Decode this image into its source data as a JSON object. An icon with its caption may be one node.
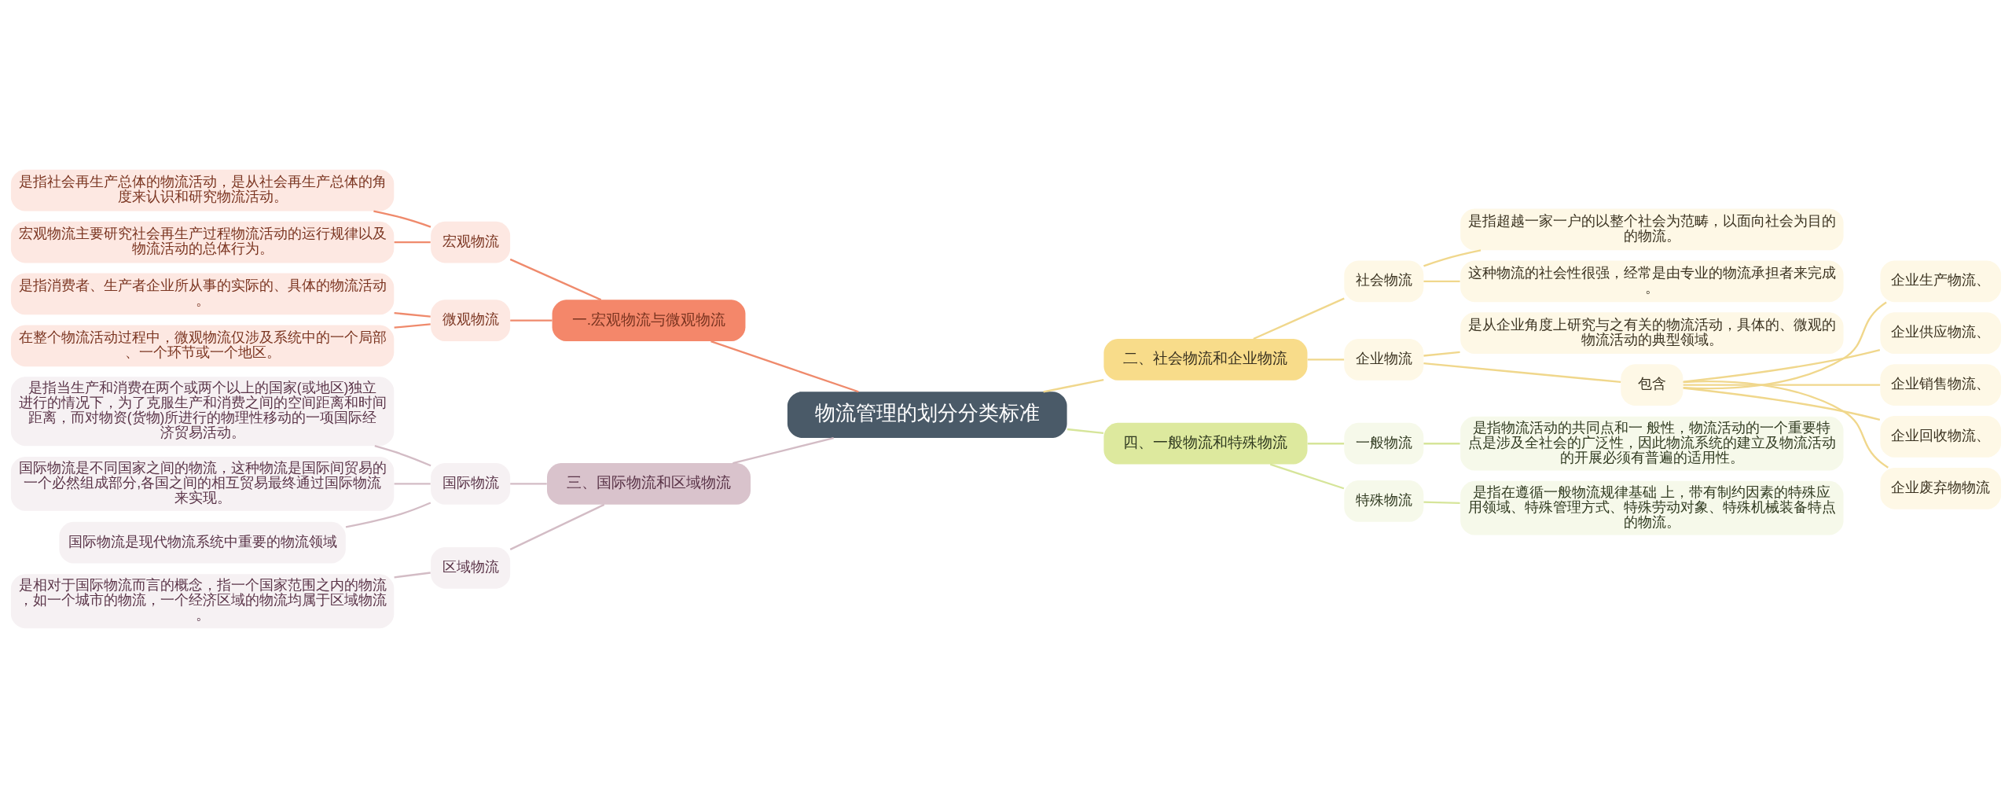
{
  "diagram": {
    "nodes": [
      {
        "text": [
          "物流管理的划分分类标准"
        ]
      },
      {
        "text": [
          "一.宏观物流与微观物流"
        ]
      },
      {
        "text": [
          "宏观物流"
        ]
      },
      {
        "text": [
          "是指社会再生产总体的物流活动，是从社会再生产总体的角度来认识和研究物流活动。"
        ]
      },
      {
        "text": [
          "宏观物流主要研究社会再生产过程物流活动的运行规律以及物流活动的总体行为。"
        ]
      },
      {
        "text": [
          "微观物流"
        ]
      },
      {
        "text": [
          "是指消费者、生产者企业所从事的实际的、具体的物流活动。"
        ]
      },
      {
        "text": [
          "在整个物流活动过程中，微观物流仅涉及系统中的一个局部、一个环节或一个地区。"
        ]
      },
      {
        "text": [
          "二、社会物流和企业物流"
        ]
      },
      {
        "text": [
          "社会物流"
        ]
      },
      {
        "text": [
          "是指超越一家一户的以整个社会为范畴，以面向社会为目的的物流。"
        ]
      },
      {
        "text": [
          "这种物流的社会性很强，经常是由专业的物流承担者来完成。"
        ]
      },
      {
        "text": [
          "企业物流"
        ]
      },
      {
        "text": [
          "是从企业角度上研究与之有关的物流活动，具体的、微观的物流活动的典型领域。"
        ]
      },
      {
        "text": [
          "包含"
        ]
      },
      {
        "text": [
          "企业生产物流、"
        ]
      },
      {
        "text": [
          "企业供应物流、"
        ]
      },
      {
        "text": [
          "企业销售物流、"
        ]
      },
      {
        "text": [
          "企业回收物流、"
        ]
      },
      {
        "text": [
          "企业废弃物物流"
        ]
      },
      {
        "text": [
          "三、国际物流和区域物流"
        ]
      },
      {
        "text": [
          "国际物流"
        ]
      },
      {
        "text": [
          "是指当生产和消费在两个或两个以上的国家(或地区)独立进行的情况下，为了克服生产和消费之间的空间距离和时间距离，而对物资(货物)所进行的物理性移动的一项国际经济贸易活动。"
        ]
      },
      {
        "text": [
          "国际物流是不同国家之间的物流，这种物流是国际间贸易的一个必然组成部分,各国之间的相互贸易最终通过国际物流来实现。"
        ]
      },
      {
        "text": [
          "国际物流是现代物流系统中重要的物流领域"
        ]
      },
      {
        "text": [
          "区域物流"
        ]
      },
      {
        "text": [
          "是相对于国际物流而言的概念，指一个国家范围之内的物流，如一个城市的物流，一个经济区域的物流均属于区域物流。"
        ]
      },
      {
        "text": [
          "四、一般物流和特殊物流"
        ]
      },
      {
        "text": [
          "一般物流"
        ]
      },
      {
        "text": [
          "是指物流活动的共同点和一 般性，物流活动的一个重要特点是涉及全社会的广泛性，因此物流系统的建立及物流活动的开展必须有普遍的适用性。"
        ]
      },
      {
        "text": [
          "特殊物流"
        ]
      },
      {
        "text": [
          "是指在遵循一般物流规律基础 上，带有制约因素的特殊应用领域、特殊管理方式、特殊劳动对象、特殊机械装备特点的物流。"
        ]
      }
    ],
    "edges": [
      {
        "from": 0,
        "to": 1,
        "arrow": "none",
        "color": "#ef8a6c"
      },
      {
        "from": 1,
        "to": 2,
        "arrow": "none",
        "color": "#ef8a6c"
      },
      {
        "from": 2,
        "to": 3,
        "arrow": "none",
        "color": "#ef8a6c"
      },
      {
        "from": 2,
        "to": 4,
        "arrow": "none",
        "color": "#ef8a6c"
      },
      {
        "from": 1,
        "to": 5,
        "arrow": "none",
        "color": "#ef8a6c"
      },
      {
        "from": 5,
        "to": 6,
        "arrow": "none",
        "color": "#ef8a6c"
      },
      {
        "from": 5,
        "to": 7,
        "arrow": "none",
        "color": "#ef8a6c"
      },
      {
        "from": 0,
        "to": 8,
        "arrow": "none"
      },
      {
        "from": 8,
        "to": 9,
        "arrow": "none"
      },
      {
        "from": 9,
        "to": 10,
        "arrow": "none"
      },
      {
        "from": 9,
        "to": 11,
        "arrow": "none"
      },
      {
        "from": 8,
        "to": 12,
        "arrow": "none"
      },
      {
        "from": 12,
        "to": 13,
        "arrow": "none"
      },
      {
        "from": 12,
        "to": 14,
        "arrow": "none"
      },
      {
        "from": 14,
        "to": 15,
        "arrow": "none"
      },
      {
        "from": 14,
        "to": 16,
        "arrow": "none"
      },
      {
        "from": 14,
        "to": 17,
        "arrow": "none"
      },
      {
        "from": 14,
        "to": 18,
        "arrow": "none"
      },
      {
        "from": 14,
        "to": 19,
        "arrow": "none"
      },
      {
        "from": 0,
        "to": 20,
        "arrow": "none",
        "color": "#d3bcc5"
      },
      {
        "from": 20,
        "to": 21,
        "arrow": "none",
        "color": "#d3bcc5"
      },
      {
        "from": 21,
        "to": 22,
        "arrow": "none",
        "color": "#d3bcc5"
      },
      {
        "from": 21,
        "to": 23,
        "arrow": "none",
        "color": "#d3bcc5"
      },
      {
        "from": 21,
        "to": 24,
        "arrow": "none",
        "color": "#d3bcc5"
      },
      {
        "from": 20,
        "to": 25,
        "arrow": "none",
        "color": "#d3bcc5"
      },
      {
        "from": 25,
        "to": 26,
        "arrow": "none",
        "color": "#d3bcc5"
      },
      {
        "from": 0,
        "to": 27,
        "arrow": "none",
        "color": "#d6e59a"
      },
      {
        "from": 27,
        "to": 28,
        "arrow": "none",
        "color": "#d6e59a"
      },
      {
        "from": 28,
        "to": 29,
        "arrow": "none",
        "color": "#d6e59a"
      },
      {
        "from": 27,
        "to": 30,
        "arrow": "none",
        "color": "#d6e59a"
      },
      {
        "from": 30,
        "to": 31,
        "arrow": "none",
        "color": "#d6e59a"
      }
    ]
  }
}
